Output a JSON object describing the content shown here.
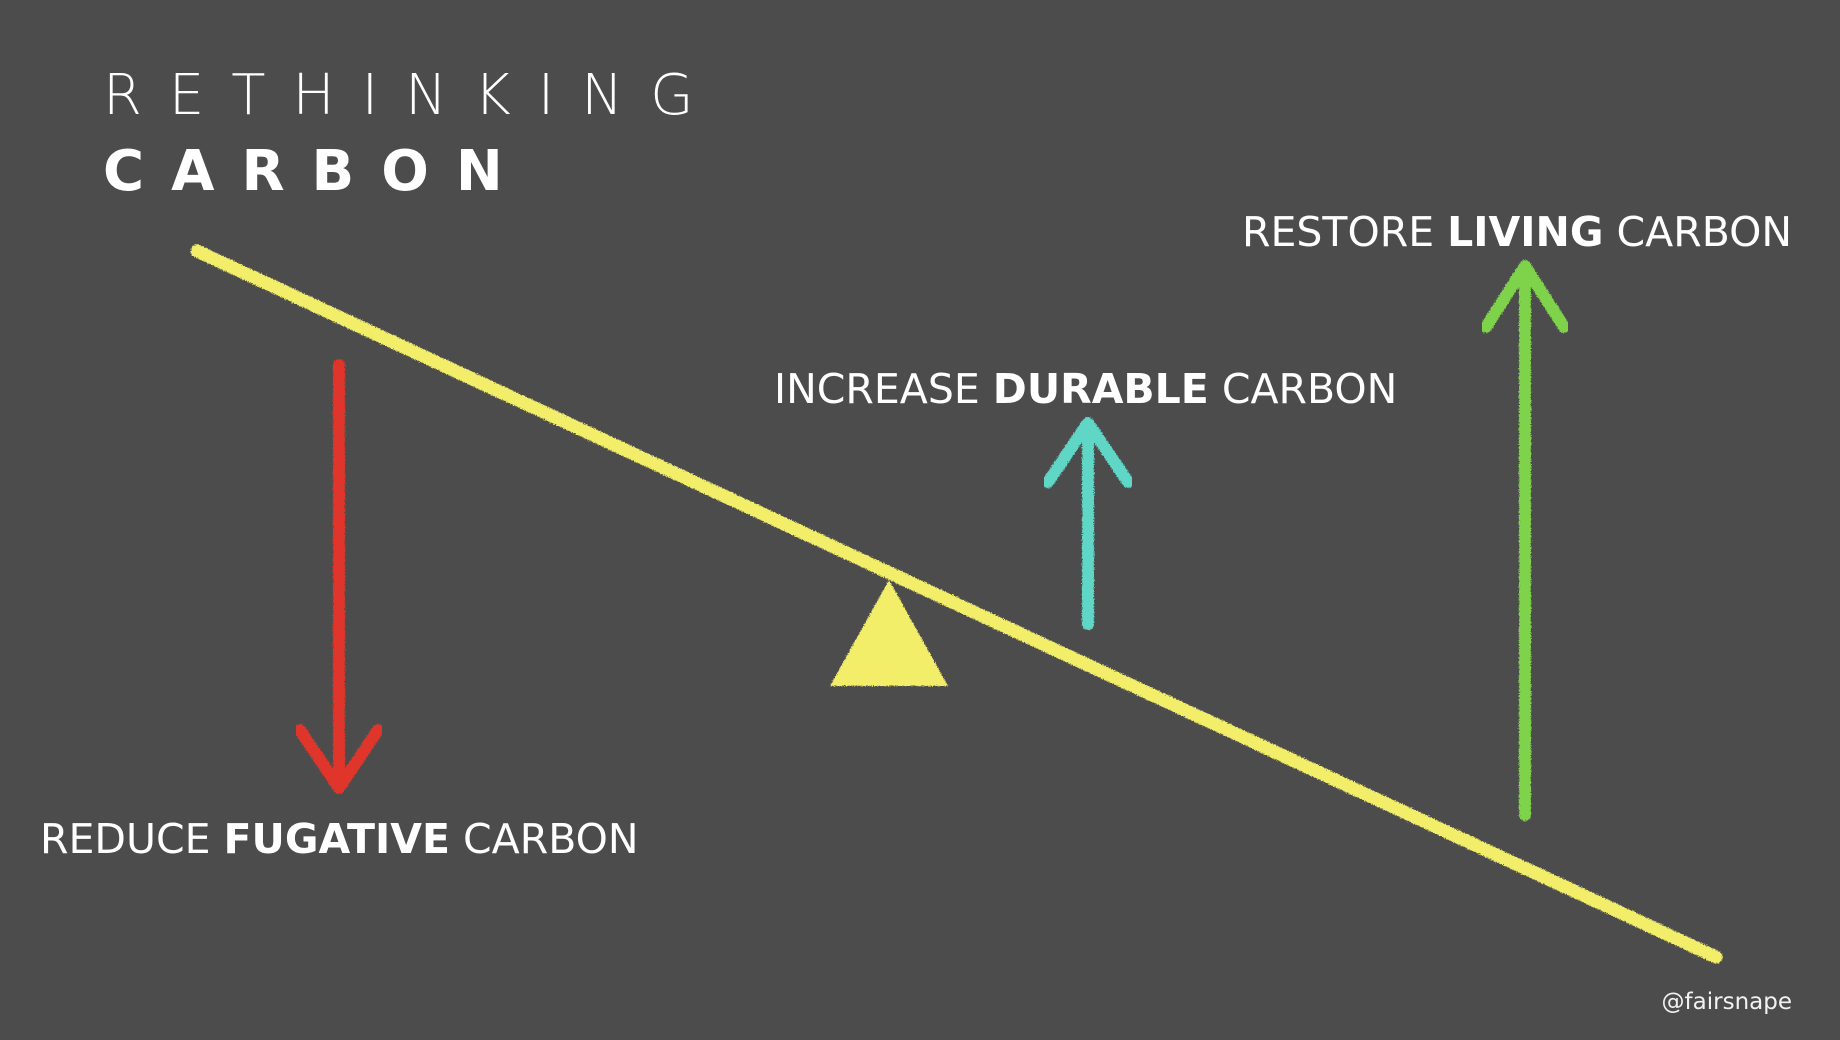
{
  "title": {
    "line1": "RETHINKING",
    "line2": "CARBON"
  },
  "labels": {
    "restore": {
      "prefix": "RESTORE ",
      "emphasis": "LIVING",
      "suffix": " CARBON"
    },
    "increase": {
      "prefix": "INCREASE ",
      "emphasis": "DURABLE",
      "suffix": " CARBON"
    },
    "reduce": {
      "prefix": "REDUCE ",
      "emphasis": "FUGATIVE",
      "suffix": " CARBON"
    }
  },
  "credit": "@fairsnape",
  "colors": {
    "background": "#4c4c4c",
    "beam": "#f3ee6a",
    "fulcrum": "#f3ee6a",
    "reduce_arrow": "#e0352a",
    "increase_arrow": "#5fd6c6",
    "restore_arrow": "#7ed34c",
    "text": "#ffffff"
  }
}
